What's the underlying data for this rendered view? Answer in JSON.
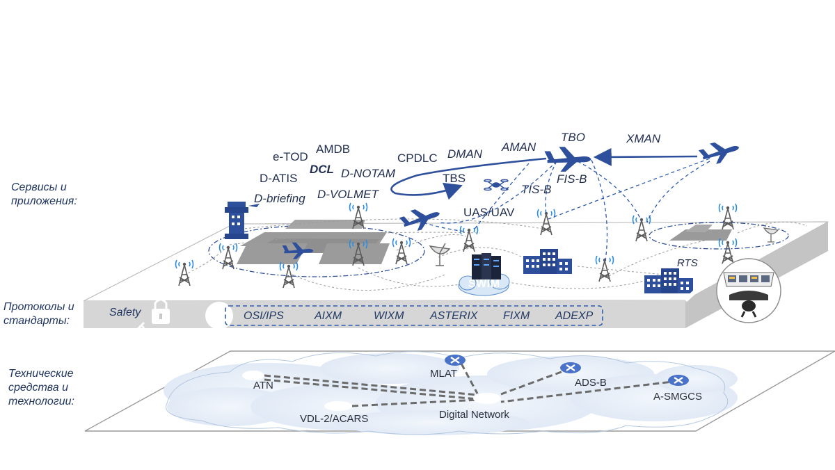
{
  "side_labels": {
    "services": [
      "Сервисы и",
      "приложения:"
    ],
    "protocols": [
      "Протоколы и",
      "стандарты:"
    ],
    "technical": [
      "Технические",
      "средства  и",
      "технологии:"
    ]
  },
  "services": {
    "e_tod": "e-TOD",
    "amdb": "AMDB",
    "d_atis": "D-ATIS",
    "dcl": "DCL",
    "d_notam": "D-NOTAM",
    "d_briefing": "D-briefing",
    "d_volmet": "D-VOLMET",
    "cpdlc": "CPDLC",
    "dman": "DMAN",
    "aman": "AMAN",
    "tbo": "TBO",
    "xman": "XMAN",
    "tbs": "TBS",
    "tis_b": "TIS-B",
    "fis_b": "FIS-B",
    "uas_uav": "UAS/UAV",
    "rts": "RTS",
    "swim": "SWIM"
  },
  "protocols": {
    "safety": "Safety",
    "items": [
      "OSI/IPS",
      "AIXM",
      "WIXM",
      "ASTERIX",
      "FIXM",
      "ADEXP"
    ]
  },
  "technologies": {
    "atn": "ATN",
    "mlat": "MLAT",
    "ads_b": "ADS-B",
    "a_smgcs": "A-SMGCS",
    "vdl2": "VDL-2/ACARS",
    "digital_network": "Digital Network"
  },
  "colors": {
    "accent_blue": "#2e4f9c",
    "dark_blue": "#1f3a7a",
    "platform_top": "#ffffff",
    "platform_side": "#d4d4d4",
    "cloud": "#e6eef8",
    "gray": "#8a8a8a"
  }
}
